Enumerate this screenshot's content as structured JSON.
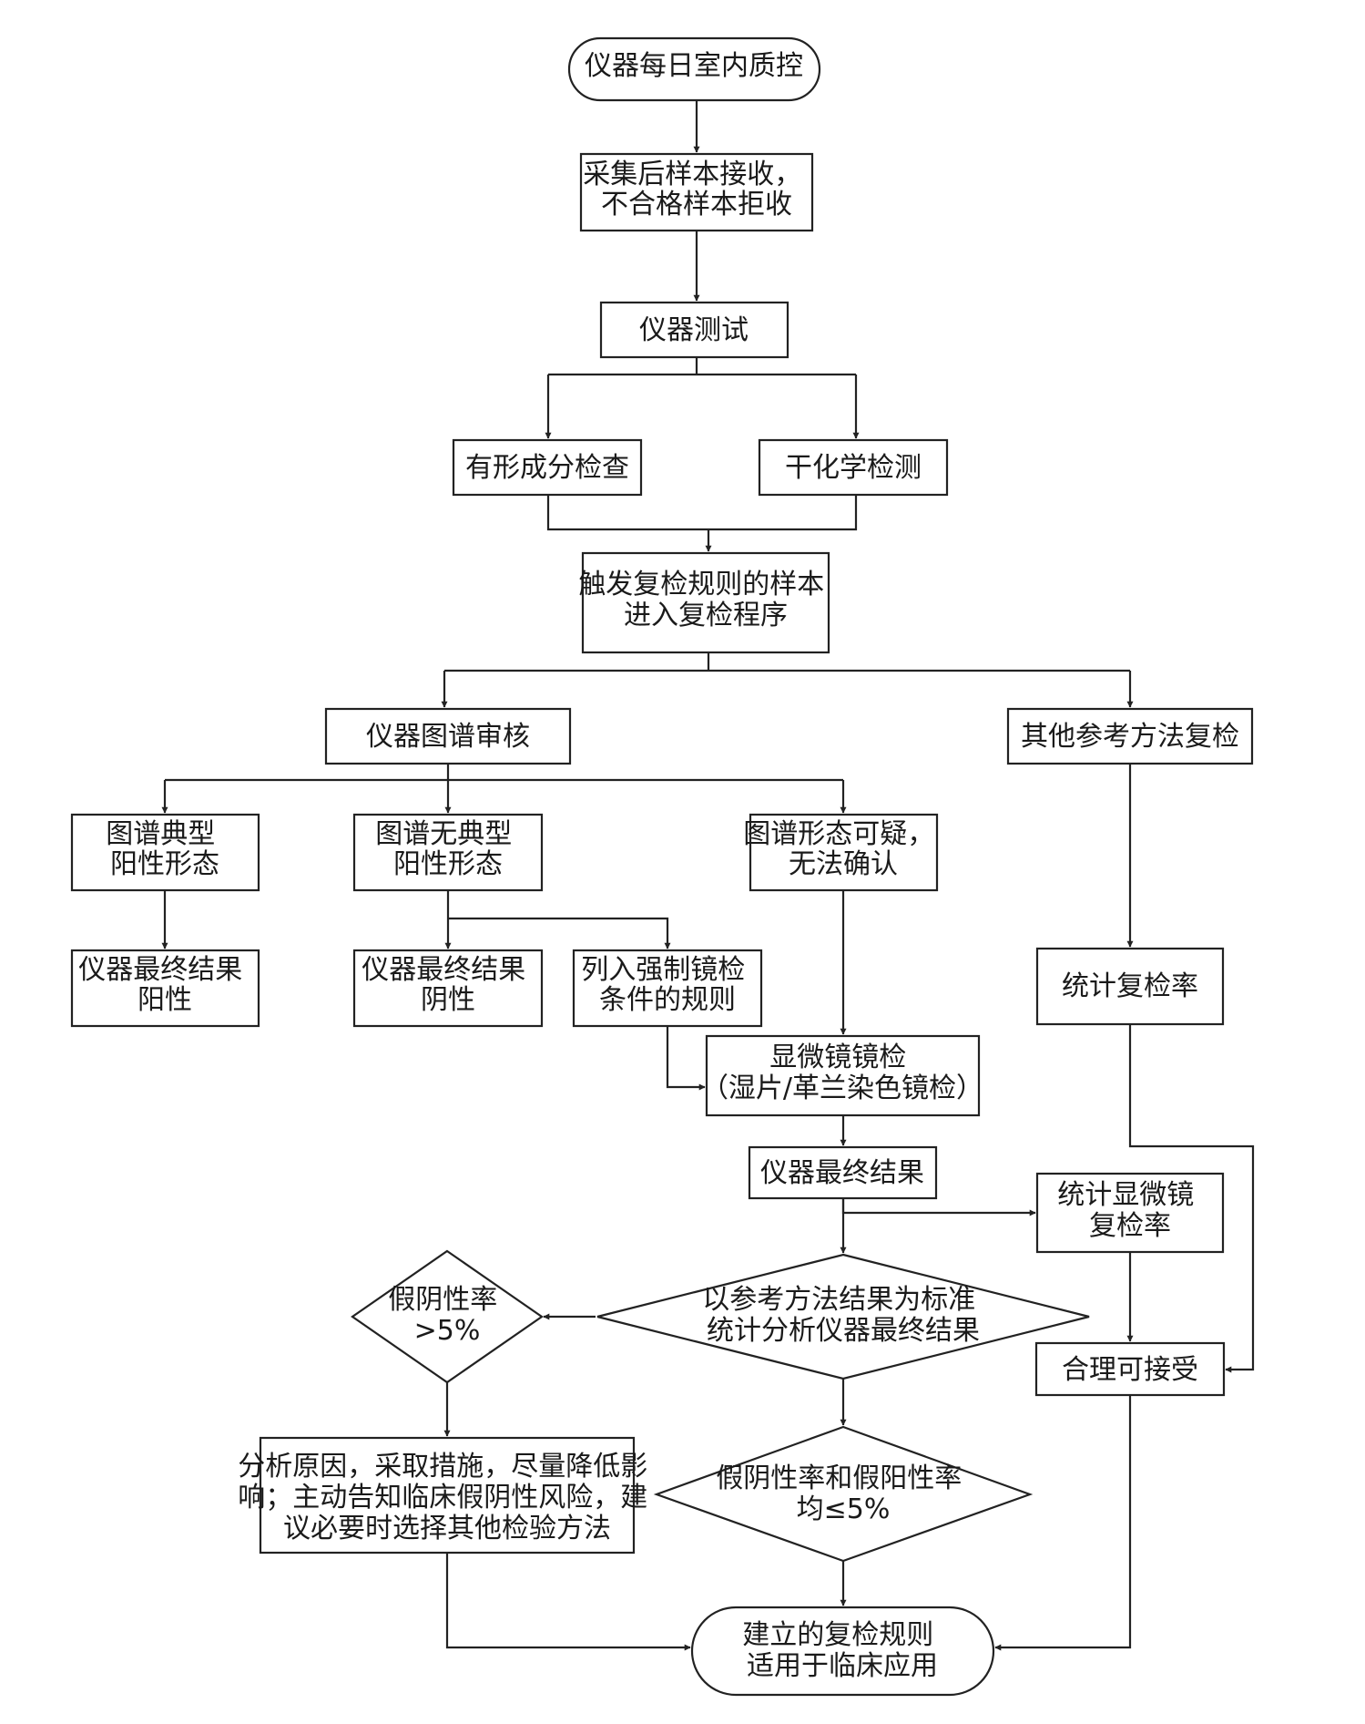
{
  "nodes": {
    "daily_qc": [
      "仪器每日室内质控"
    ],
    "sample_receive": [
      "采集后样本接收，",
      "不合格样本拒收"
    ],
    "instrument_test": [
      "仪器测试"
    ],
    "formed_element": [
      "有形成分检查"
    ],
    "dry_chem": [
      "干化学检测"
    ],
    "trigger_recheck": [
      "触发复检规则的样本",
      "进入复检程序"
    ],
    "graph_review": [
      "仪器图谱审核"
    ],
    "other_method": [
      "其他参考方法复检"
    ],
    "typical_positive": [
      "图谱典型",
      "阳性形态"
    ],
    "no_typical": [
      "图谱无典型",
      "阳性形态"
    ],
    "suspicious": [
      "图谱形态可疑，",
      "无法确认"
    ],
    "final_positive": [
      "仪器最终结果",
      "阳性"
    ],
    "final_negative": [
      "仪器最终结果",
      "阴性"
    ],
    "mandatory_rule": [
      "列入强制镜检",
      "条件的规则"
    ],
    "microscopy": [
      "显微镜镜检",
      "（湿片/革兰染色镜检）"
    ],
    "final_result": [
      "仪器最终结果"
    ],
    "stat_recheck": [
      "统计复检率"
    ],
    "stat_micro": [
      "统计显微镜",
      "复检率"
    ],
    "compare_ref": [
      "以参考方法结果为标准",
      "统计分析仪器最终结果"
    ],
    "false_neg": [
      "假阴性率",
      ">5%"
    ],
    "reasonable": [
      "合理可接受"
    ],
    "analyze_cause": [
      "分析原因，采取措施，尽量降低影",
      "响；主动告知临床假阴性风险，建",
      "议必要时选择其他检验方法"
    ],
    "both_rates": [
      "假阴性率和假阳性率",
      "均≤5%"
    ],
    "establish_rules": [
      "建立的复检规则",
      "适用于临床应用"
    ]
  },
  "colors": {
    "line": "#222222",
    "text": "#1a1a1a",
    "background": "#ffffff"
  }
}
